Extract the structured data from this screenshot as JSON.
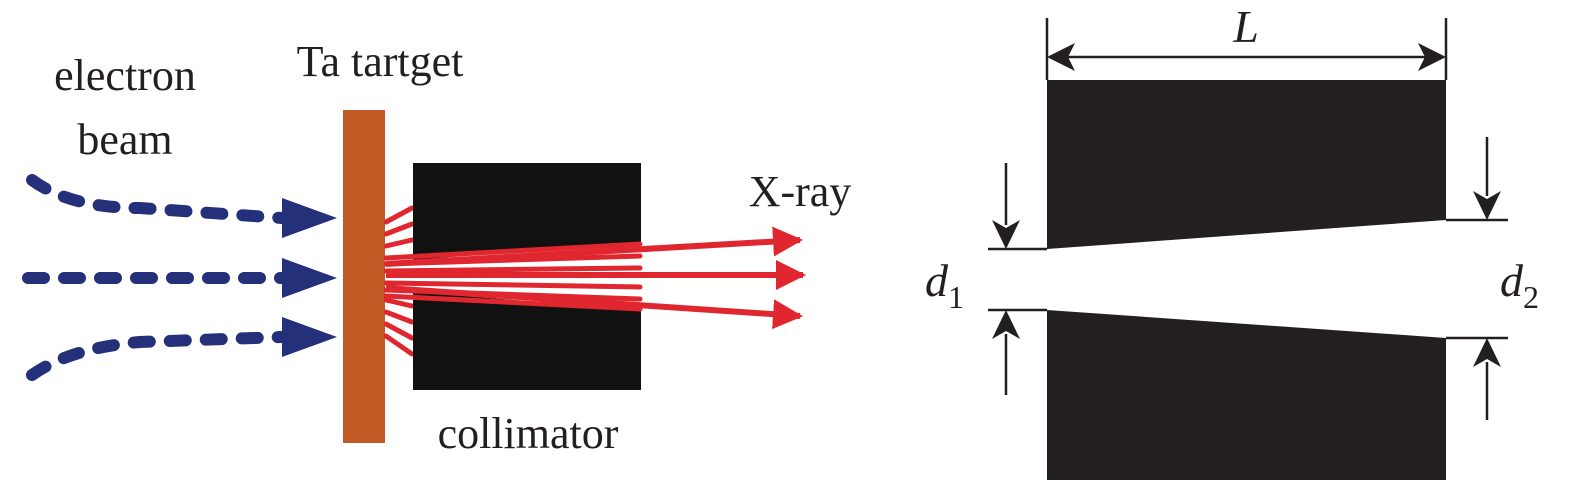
{
  "labels": {
    "electron_line1": "electron",
    "electron_line2": "beam",
    "target": "Ta tartget",
    "xray": "X-ray",
    "collimator": "collimator",
    "length": "L",
    "d1_main": "d",
    "d1_sub": "1",
    "d2_main": "d",
    "d2_sub": "2"
  },
  "colors": {
    "electron_beam": "#25307a",
    "target": "#c15a24",
    "xray": "#e0262e",
    "collimator": "#111111",
    "cross_section": "#231f20",
    "dimension_lines": "#231f20"
  }
}
